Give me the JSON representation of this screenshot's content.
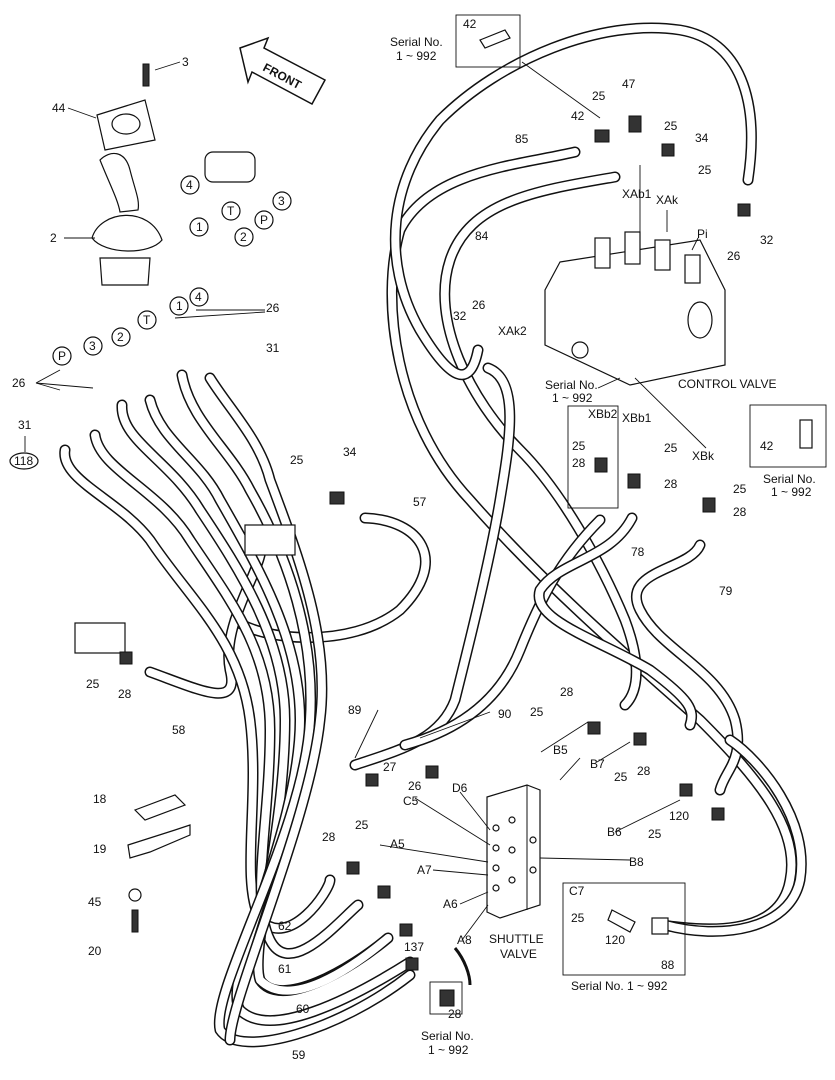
{
  "diagram": {
    "front_label": "FRONT",
    "control_valve_label": "CONTROL VALVE",
    "shuttle_valve_label": [
      "SHUTTLE",
      "VALVE"
    ],
    "serial_range": "1 ~ 992",
    "serial_prefix": "Serial No.",
    "serial_full": "Serial No. 1 ~ 992",
    "ref_circle": "118",
    "port_circles": [
      "4",
      "1",
      "T",
      "2",
      "P",
      "3"
    ],
    "port_circles_lower": [
      "1",
      "4",
      "P",
      "3",
      "2",
      "T"
    ],
    "valve_ports": [
      "XAb1",
      "XAk",
      "Pi",
      "XAk2",
      "XBb2",
      "XBb1",
      "XBk",
      "A5",
      "A7",
      "A6",
      "A8",
      "B5",
      "B7",
      "B6",
      "B8",
      "C7",
      "C5",
      "D6"
    ],
    "part_numbers": [
      "42",
      "3",
      "44",
      "2",
      "47",
      "25",
      "34",
      "85",
      "32",
      "84",
      "26",
      "31",
      "57",
      "58",
      "28",
      "89",
      "90",
      "27",
      "18",
      "19",
      "45",
      "20",
      "62",
      "61",
      "60",
      "59",
      "137",
      "120",
      "88",
      "78",
      "79"
    ]
  }
}
